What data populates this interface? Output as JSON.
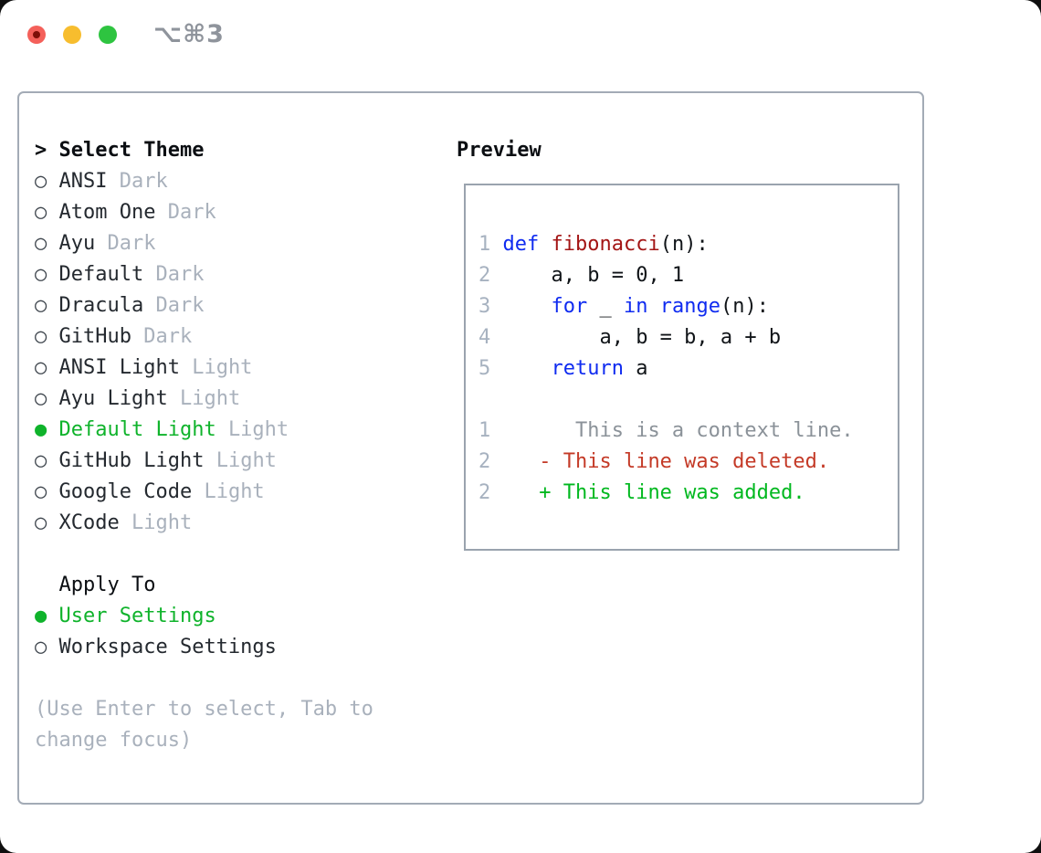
{
  "window": {
    "title": "⌥⌘3",
    "traffic_lights": {
      "close": "close",
      "minimize": "minimize",
      "zoom": "zoom"
    }
  },
  "theme_selector": {
    "cursor": ">",
    "header": "Select Theme",
    "items": [
      {
        "name": "ANSI",
        "variant": "Dark",
        "selected": false
      },
      {
        "name": "Atom One",
        "variant": "Dark",
        "selected": false
      },
      {
        "name": "Ayu",
        "variant": "Dark",
        "selected": false
      },
      {
        "name": "Default",
        "variant": "Dark",
        "selected": false
      },
      {
        "name": "Dracula",
        "variant": "Dark",
        "selected": false
      },
      {
        "name": "GitHub",
        "variant": "Dark",
        "selected": false
      },
      {
        "name": "ANSI Light",
        "variant": "Light",
        "selected": false
      },
      {
        "name": "Ayu Light",
        "variant": "Light",
        "selected": false
      },
      {
        "name": "Default Light",
        "variant": "Light",
        "selected": true
      },
      {
        "name": "GitHub Light",
        "variant": "Light",
        "selected": false
      },
      {
        "name": "Google Code",
        "variant": "Light",
        "selected": false
      },
      {
        "name": "XCode",
        "variant": "Light",
        "selected": false
      }
    ]
  },
  "apply_to": {
    "header": "Apply To",
    "options": [
      {
        "label": "User Settings",
        "selected": true
      },
      {
        "label": "Workspace Settings",
        "selected": false
      }
    ]
  },
  "hint": {
    "line1": "(Use Enter to select, Tab to",
    "line2": "change focus)"
  },
  "preview": {
    "header": "Preview",
    "code_lines": [
      {
        "num": "1",
        "segments": [
          {
            "t": "def",
            "c": "kw"
          },
          {
            "t": " ",
            "c": "pl"
          },
          {
            "t": "fibonacci",
            "c": "fn"
          },
          {
            "t": "(n):",
            "c": "pl"
          }
        ]
      },
      {
        "num": "2",
        "segments": [
          {
            "t": "    a, b = 0, 1",
            "c": "pl"
          }
        ]
      },
      {
        "num": "3",
        "segments": [
          {
            "t": "    ",
            "c": "pl"
          },
          {
            "t": "for",
            "c": "kw"
          },
          {
            "t": " _ ",
            "c": "pl"
          },
          {
            "t": "in",
            "c": "kw"
          },
          {
            "t": " ",
            "c": "pl"
          },
          {
            "t": "range",
            "c": "kw"
          },
          {
            "t": "(n):",
            "c": "pl"
          }
        ]
      },
      {
        "num": "4",
        "segments": [
          {
            "t": "        a, b = b, a + b",
            "c": "pl"
          }
        ]
      },
      {
        "num": "5",
        "segments": [
          {
            "t": "    ",
            "c": "pl"
          },
          {
            "t": "return",
            "c": "kw"
          },
          {
            "t": " a",
            "c": "pl"
          }
        ]
      },
      {
        "num": "",
        "segments": []
      },
      {
        "num": "1",
        "segments": [
          {
            "t": "      This is a context line.",
            "c": "ctx"
          }
        ]
      },
      {
        "num": "2",
        "segments": [
          {
            "t": "   - This line was deleted.",
            "c": "del"
          }
        ]
      },
      {
        "num": "2",
        "segments": [
          {
            "t": "   + This line was added.",
            "c": "add"
          }
        ]
      }
    ]
  },
  "icons": {
    "radio_unselected": "○",
    "radio_selected": "●"
  },
  "colors": {
    "text": "#24292f",
    "heading": "#0b0e12",
    "muted": "#a9b1bc",
    "green": "#0fb32b",
    "kw": "#0f2bf0",
    "fn": "#a31515",
    "del": "#c43a27",
    "add": "#00b81f",
    "lnum": "#a7b2c0",
    "ctx": "#8b9299",
    "border-outer": "#a3abb6",
    "border-inner": "#9aa3ae",
    "circle": "#3d444c",
    "title": "#8f949c",
    "tl-red": "#f4605a",
    "tl-red-dot": "#7e0f08",
    "tl-yellow": "#f7bd2e",
    "tl-green": "#2ec440"
  }
}
